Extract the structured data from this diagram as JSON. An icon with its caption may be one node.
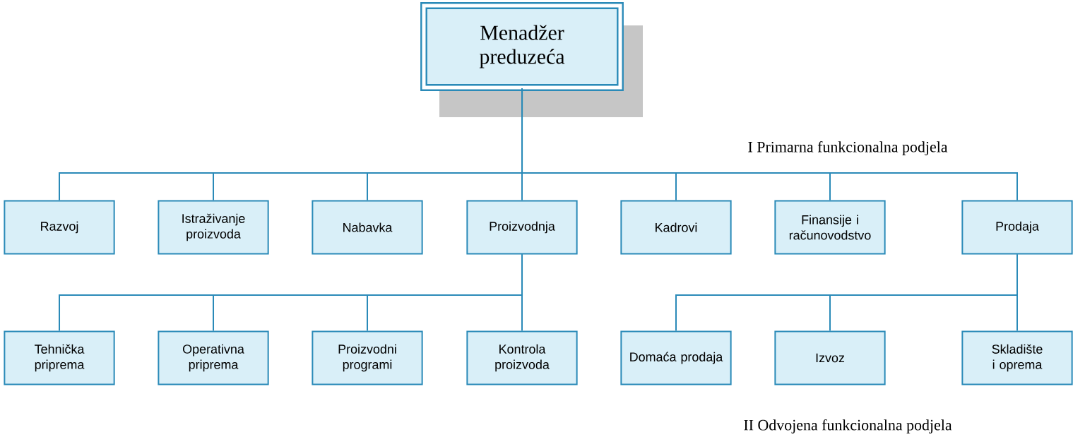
{
  "diagram": {
    "nodes": [
      {
        "text": [
          "Menadžer preduzeća"
        ]
      },
      {
        "text": [
          "Razvoj"
        ]
      },
      {
        "text": [
          "Istraživanje proizvoda"
        ]
      },
      {
        "text": [
          "Nabavka"
        ]
      },
      {
        "text": [
          "Proizvodnja"
        ]
      },
      {
        "text": [
          "Kadrovi"
        ]
      },
      {
        "text": [
          "Finansije i računovodstvo"
        ]
      },
      {
        "text": [
          "Prodaja"
        ]
      },
      {
        "text": [
          "Tehnička priprema"
        ]
      },
      {
        "text": [
          "Operativna priprema"
        ]
      },
      {
        "text": [
          "Proizvodni programi"
        ]
      },
      {
        "text": [
          "Kontrola proizvoda"
        ]
      },
      {
        "text": [
          "Domaća prodaja"
        ]
      },
      {
        "text": [
          "Izvoz"
        ]
      },
      {
        "text": [
          "Skladište i oprema"
        ]
      }
    ],
    "edges": [
      {
        "from": 0,
        "to": 1,
        "arrow": "none"
      },
      {
        "from": 0,
        "to": 2,
        "arrow": "none"
      },
      {
        "from": 0,
        "to": 3,
        "arrow": "none"
      },
      {
        "from": 0,
        "to": 4,
        "arrow": "none"
      },
      {
        "from": 0,
        "to": 5,
        "arrow": "none"
      },
      {
        "from": 0,
        "to": 6,
        "arrow": "none"
      },
      {
        "from": 0,
        "to": 7,
        "arrow": "none"
      },
      {
        "from": 4,
        "to": 8,
        "arrow": "none"
      },
      {
        "from": 4,
        "to": 9,
        "arrow": "none"
      },
      {
        "from": 4,
        "to": 10,
        "arrow": "none"
      },
      {
        "from": 4,
        "to": 11,
        "arrow": "none"
      },
      {
        "from": 7,
        "to": 12,
        "arrow": "none"
      },
      {
        "from": 7,
        "to": 13,
        "arrow": "none"
      },
      {
        "from": 7,
        "to": 14,
        "arrow": "none"
      }
    ],
    "labels": [
      "I Primarna funkcionalna podjela",
      "II Odvojena funkcionalna podjela"
    ]
  }
}
